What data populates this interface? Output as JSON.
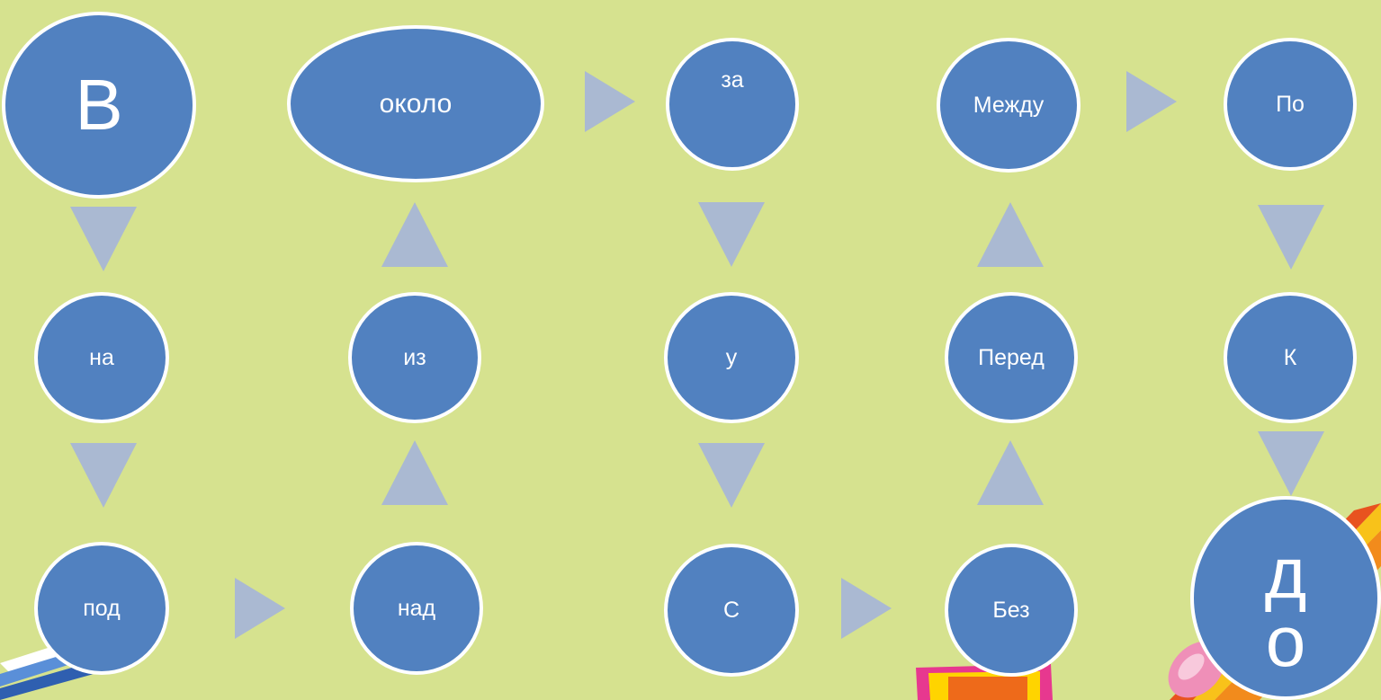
{
  "nodes": {
    "v": "В",
    "na": "на",
    "pod": "под",
    "okolo": "около",
    "iz": "из",
    "nad": "над",
    "za": "за",
    "u": "у",
    "s": "С",
    "mezhdu": "Между",
    "pered": "Перед",
    "bez": "Без",
    "po": "По",
    "k": "К",
    "do_line1": "д",
    "do_line2": "о"
  },
  "colors": {
    "background": "#d6e28f",
    "node_fill": "#5181c0",
    "node_border": "#ffffff",
    "arrow": "#aab9d2"
  }
}
